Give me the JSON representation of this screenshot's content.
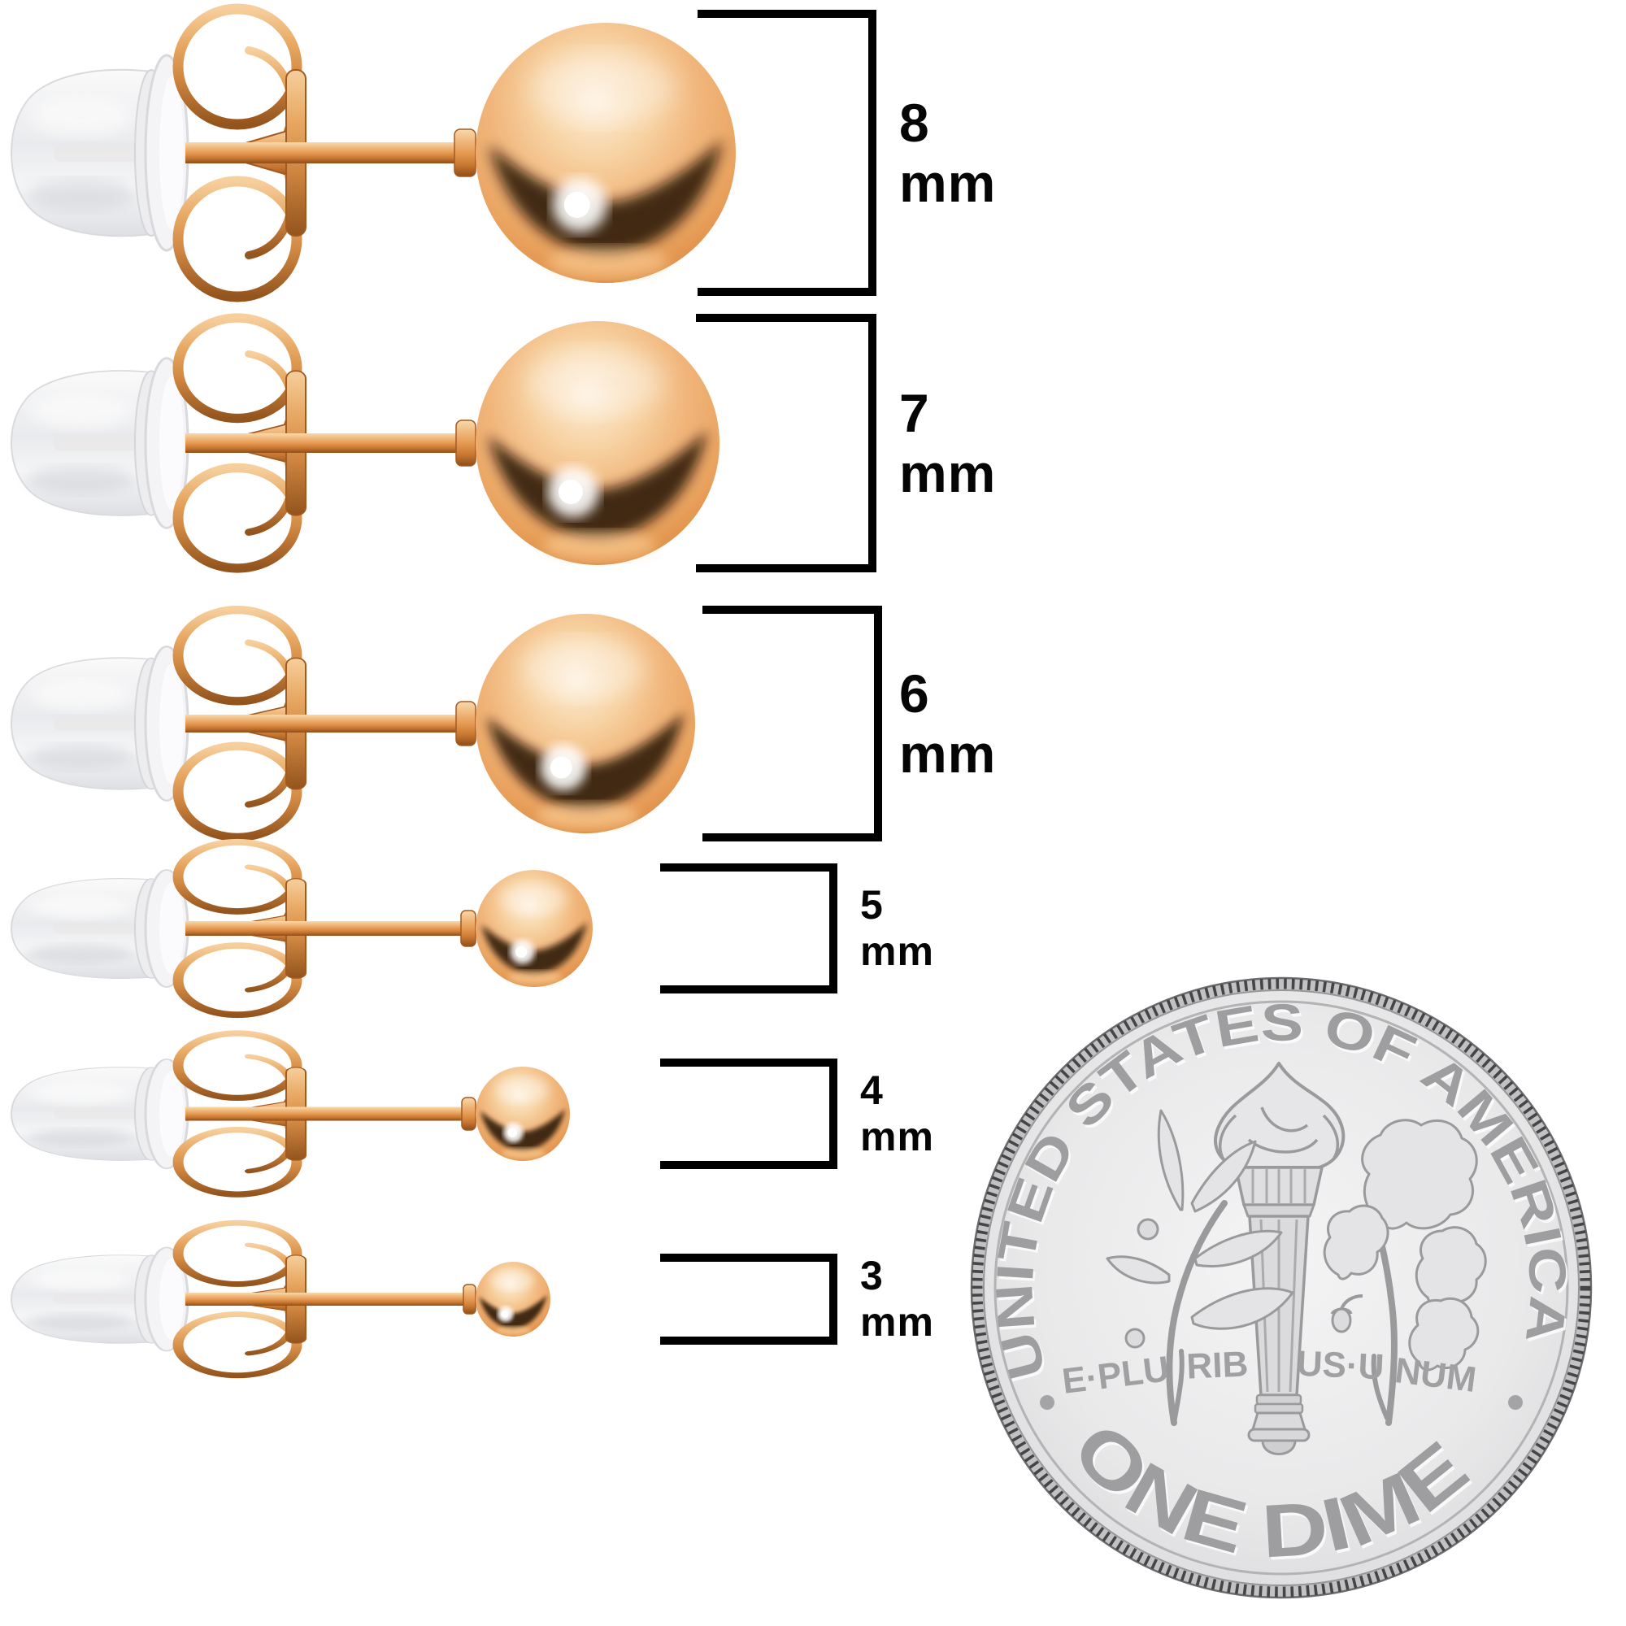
{
  "sizes": [
    {
      "value": "8",
      "unit": "mm"
    },
    {
      "value": "7",
      "unit": "mm"
    },
    {
      "value": "6",
      "unit": "mm"
    },
    {
      "value": "5",
      "unit": "mm"
    },
    {
      "value": "4",
      "unit": "mm"
    },
    {
      "value": "3",
      "unit": "mm"
    }
  ],
  "coin": {
    "top_legend": "UNITED STATES OF AMERICA",
    "motto_words": [
      "E·PLU",
      "RIB",
      "US·U",
      "NUM"
    ],
    "bottom_legend": "ONE DIME"
  },
  "colors": {
    "background": "#ffffff",
    "bracket_line": "#000000",
    "label_text": "#050505",
    "rose_gold": "#e8a35f",
    "rose_gold_dark": "#a35a20",
    "silicone_clear": "#f2f2f4",
    "coin_face": "#e7e7e9",
    "coin_relief": "#a2a2a2"
  }
}
